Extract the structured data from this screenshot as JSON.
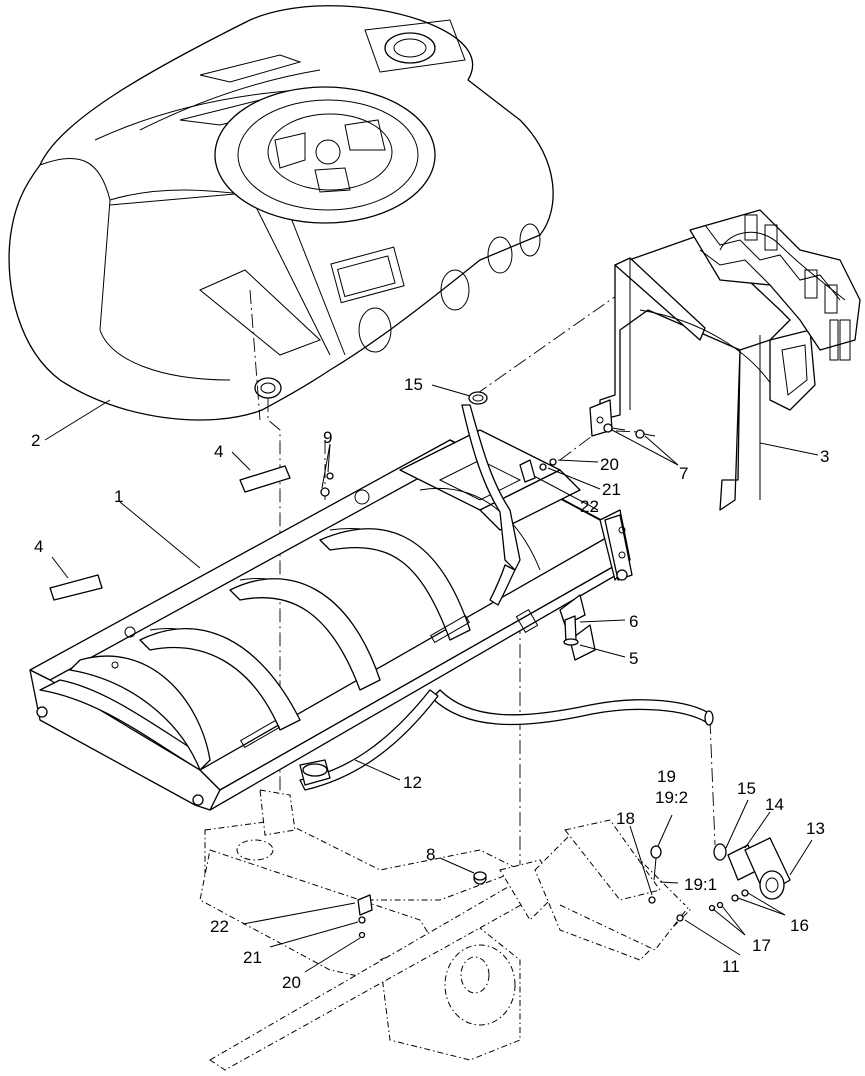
{
  "diagram": {
    "callouts": [
      {
        "id": "c1",
        "text": "1"
      },
      {
        "id": "c2",
        "text": "2"
      },
      {
        "id": "c3",
        "text": "3"
      },
      {
        "id": "c4a",
        "text": "4"
      },
      {
        "id": "c4b",
        "text": "4"
      },
      {
        "id": "c5",
        "text": "5"
      },
      {
        "id": "c6",
        "text": "6"
      },
      {
        "id": "c7",
        "text": "7"
      },
      {
        "id": "c8",
        "text": "8"
      },
      {
        "id": "c9",
        "text": "9"
      },
      {
        "id": "c11",
        "text": "11"
      },
      {
        "id": "c12",
        "text": "12"
      },
      {
        "id": "c13",
        "text": "13"
      },
      {
        "id": "c14",
        "text": "14"
      },
      {
        "id": "c15a",
        "text": "15"
      },
      {
        "id": "c15b",
        "text": "15"
      },
      {
        "id": "c16",
        "text": "16"
      },
      {
        "id": "c17",
        "text": "17"
      },
      {
        "id": "c18",
        "text": "18"
      },
      {
        "id": "c19",
        "text": "19"
      },
      {
        "id": "c19_2",
        "text": "19:2"
      },
      {
        "id": "c19_1",
        "text": "19:1"
      },
      {
        "id": "c20a",
        "text": "20"
      },
      {
        "id": "c20b",
        "text": "20"
      },
      {
        "id": "c21a",
        "text": "21"
      },
      {
        "id": "c21b",
        "text": "21"
      },
      {
        "id": "c22a",
        "text": "22"
      },
      {
        "id": "c22b",
        "text": "22"
      }
    ]
  }
}
